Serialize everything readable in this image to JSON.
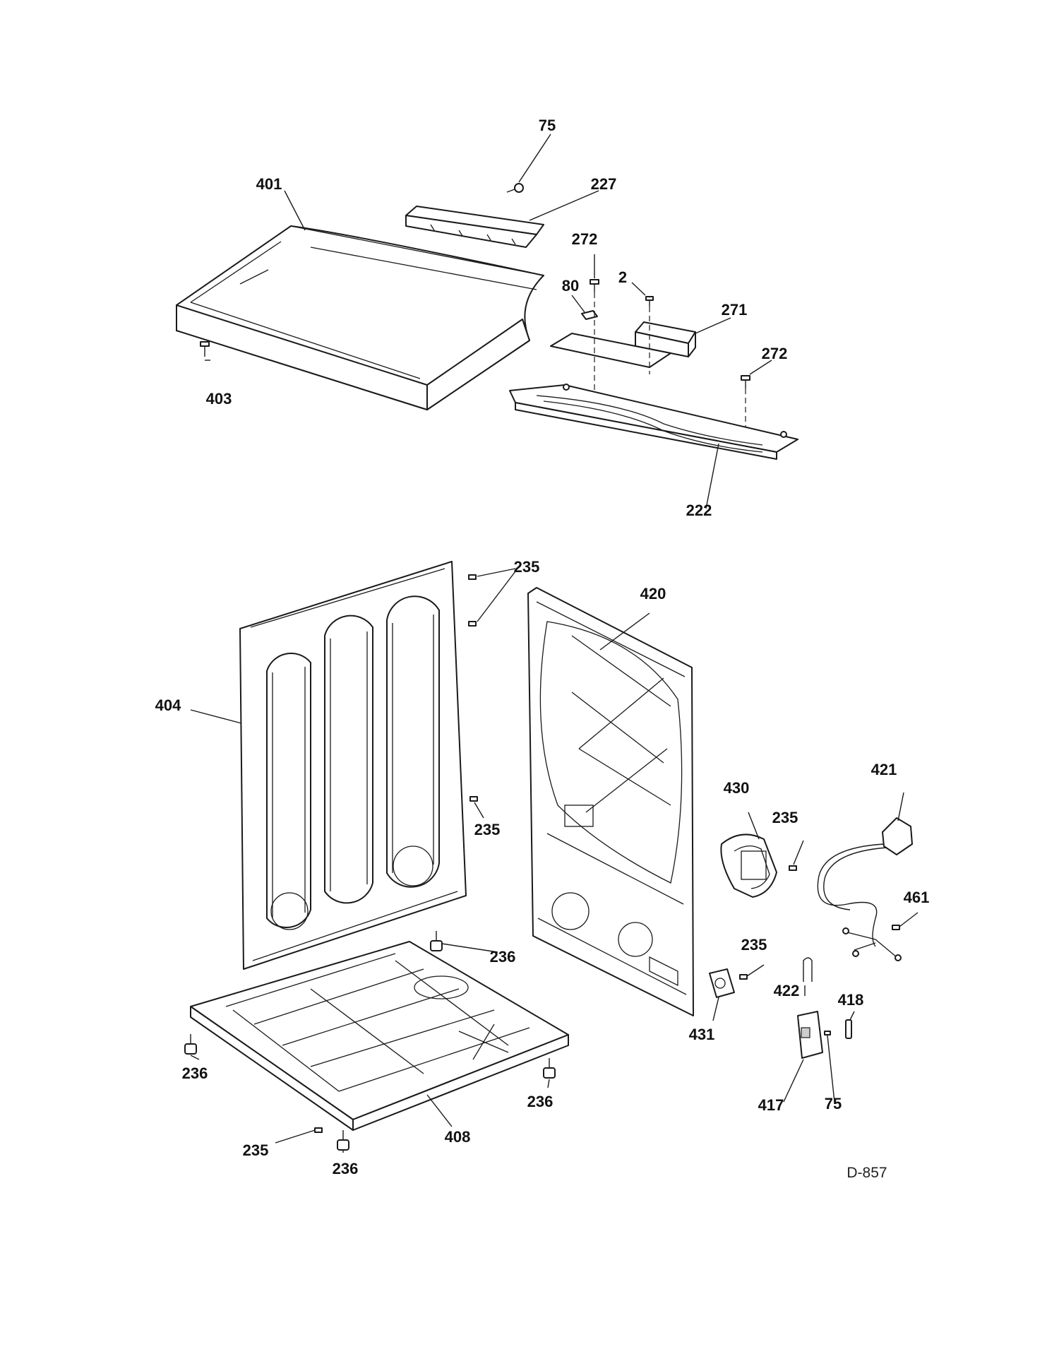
{
  "drawing_code": "D-857",
  "callouts": {
    "c75_top": "75",
    "c227": "227",
    "c401": "401",
    "c272_top": "272",
    "c80": "80",
    "c2": "2",
    "c271": "271",
    "c272_right": "272",
    "c403": "403",
    "c222": "222",
    "c235_top": "235",
    "c420": "420",
    "c404": "404",
    "c235_mid": "235",
    "c421": "421",
    "c430": "430",
    "c235_harness": "235",
    "c461": "461",
    "c235_bracket": "235",
    "c236_right": "236",
    "c422": "422",
    "c418": "418",
    "c431": "431",
    "c236_left": "236",
    "c236_front": "236",
    "c417": "417",
    "c75_bottom": "75",
    "c408": "408",
    "c235_bottom": "235",
    "c236_bottom": "236"
  }
}
